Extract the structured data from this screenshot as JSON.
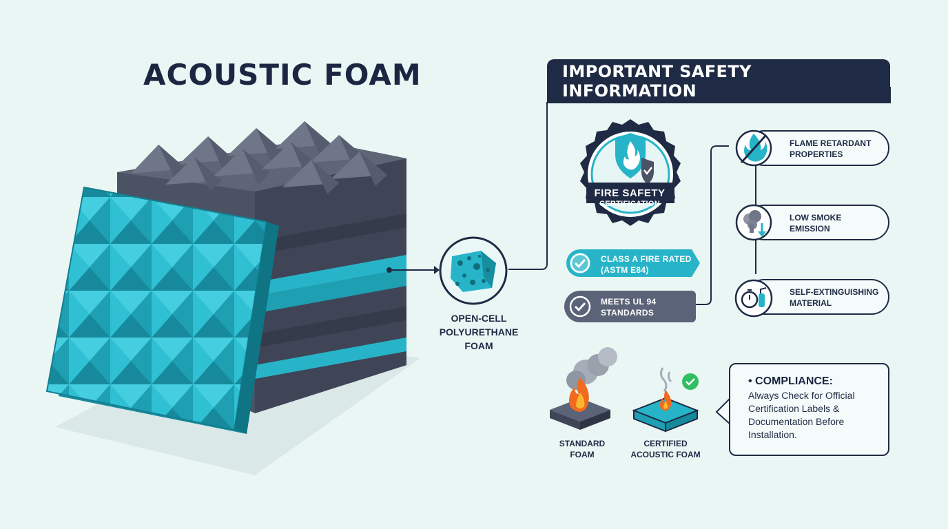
{
  "title": "ACOUSTIC FOAM",
  "foam_callout": [
    "OPEN-CELL",
    "POLYURETHANE",
    "FOAM"
  ],
  "safety_panel": {
    "heading": "IMPORTANT SAFETY INFORMATION",
    "badge": {
      "line1": "FIRE SAFETY",
      "line2": "CERTIFICATION"
    },
    "ratings": [
      {
        "line1": "CLASS A FIRE RATED",
        "line2": "(ASTM E84)",
        "color": "#1fb3c6"
      },
      {
        "line1": "MEETS UL 94",
        "line2": "STANDARDS",
        "color": "#5b6378"
      }
    ],
    "features": [
      {
        "icon": "no-flame-icon",
        "line1": "FLAME RETARDANT",
        "line2": "PROPERTIES"
      },
      {
        "icon": "smoke-icon",
        "line1": "LOW SMOKE",
        "line2": "EMISSION"
      },
      {
        "icon": "timer-extinguisher-icon",
        "line1": "SELF-EXTINGUISHING",
        "line2": "MATERIAL"
      }
    ],
    "comparison": [
      {
        "line1": "STANDARD",
        "line2": "FOAM"
      },
      {
        "line1": "CERTIFIED",
        "line2": "ACOUSTIC FOAM"
      }
    ],
    "compliance": {
      "heading": "• COMPLIANCE:",
      "body": [
        "Always Check for Official",
        "Certification Labels &",
        "Documentation Before",
        "Installation."
      ]
    }
  },
  "colors": {
    "navy": "#1f2a44",
    "teal": "#1fb3c6",
    "slate": "#4a5163",
    "background": "#eaf6f4"
  }
}
